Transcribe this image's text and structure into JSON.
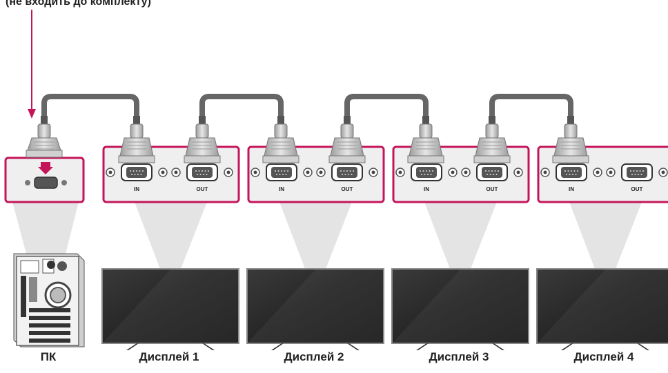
{
  "header_note": "(не входить до комплекту)",
  "port_labels": {
    "in": "IN",
    "out": "OUT"
  },
  "pc_label": "ПК",
  "displays": [
    {
      "label": "Дисплей 1"
    },
    {
      "label": "Дисплей 2"
    },
    {
      "label": "Дисплей 3"
    },
    {
      "label": "Дисплей 4"
    }
  ],
  "colors": {
    "accent": "#c4155b",
    "cable": "#666666",
    "screen": "#2b2b2b",
    "beam": "#e3e3e3"
  }
}
